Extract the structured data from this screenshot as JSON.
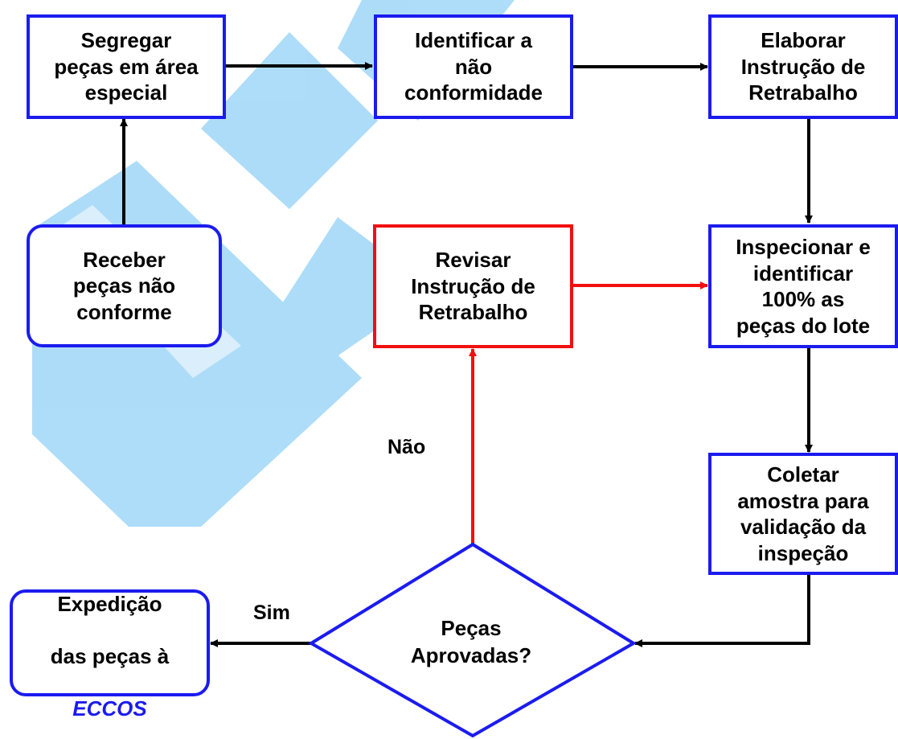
{
  "colors": {
    "box_border_blue": "#1b1bef",
    "box_border_red": "#f20f0f",
    "arrow_black": "#000000",
    "arrow_red": "#f20f0f",
    "watermark": "#9fd7f7"
  },
  "nodes": {
    "segregar": "Segregar\npeças em área\nespecial",
    "identificar": "Identificar a\nnão\nconformidade",
    "elaborar": "Elaborar\nInstrução  de\nRetrabalho",
    "receber": "Receber\npeças não\nconforme",
    "revisar": "Revisar\nInstrução de\nRetrabalho",
    "inspecionar": "Inspecionar e\nidentificar\n100% as\npeças do lote",
    "coletar": "Coletar\namostra para\nvalidação da\ninspeção",
    "decision": "Peças\nAprovadas?",
    "expedicao_line1": "Expedição",
    "expedicao_line2": "das peças à",
    "expedicao_brand": "ECCOS"
  },
  "edge_labels": {
    "nao": "Não",
    "sim": "Sim"
  }
}
